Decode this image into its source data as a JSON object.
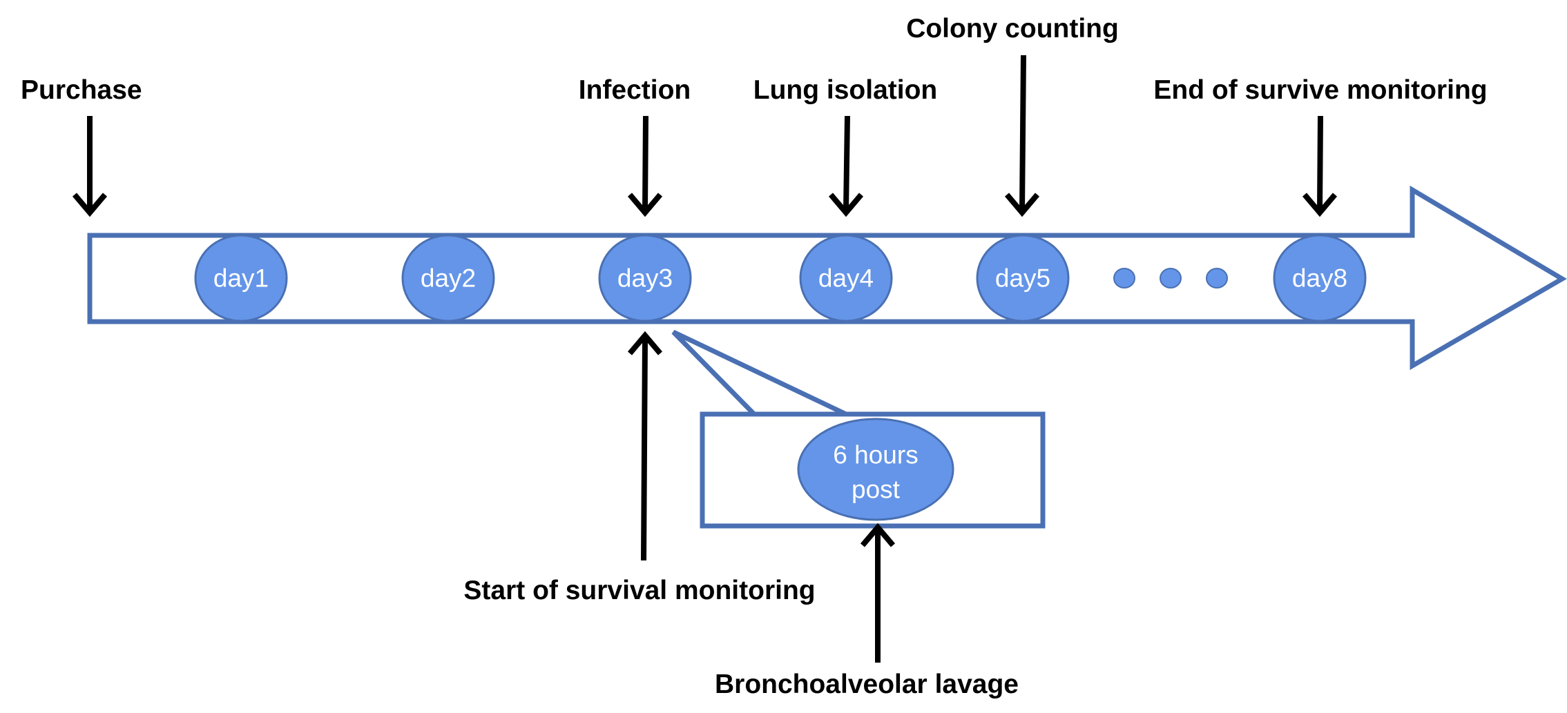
{
  "colors": {
    "arrow_stroke": "#4a70b3",
    "day_fill": "#6495e8",
    "day_stroke": "#4a70b3",
    "pointer_color": "#000000",
    "background": "#ffffff"
  },
  "days": [
    {
      "label": "day1"
    },
    {
      "label": "day2"
    },
    {
      "label": "day3"
    },
    {
      "label": "day4"
    },
    {
      "label": "day5"
    },
    {
      "label": "day8"
    }
  ],
  "ellipsis_dots": 3,
  "events_above": [
    {
      "label": "Purchase"
    },
    {
      "label": "Infection"
    },
    {
      "label": "Lung isolation"
    },
    {
      "label": "Colony counting"
    },
    {
      "label": "End of survive monitoring"
    }
  ],
  "events_below": [
    {
      "label": "Start of survival monitoring"
    },
    {
      "label": "Bronchoalveolar lavage"
    }
  ],
  "callout": {
    "line1": "6 hours",
    "line2": "post"
  }
}
